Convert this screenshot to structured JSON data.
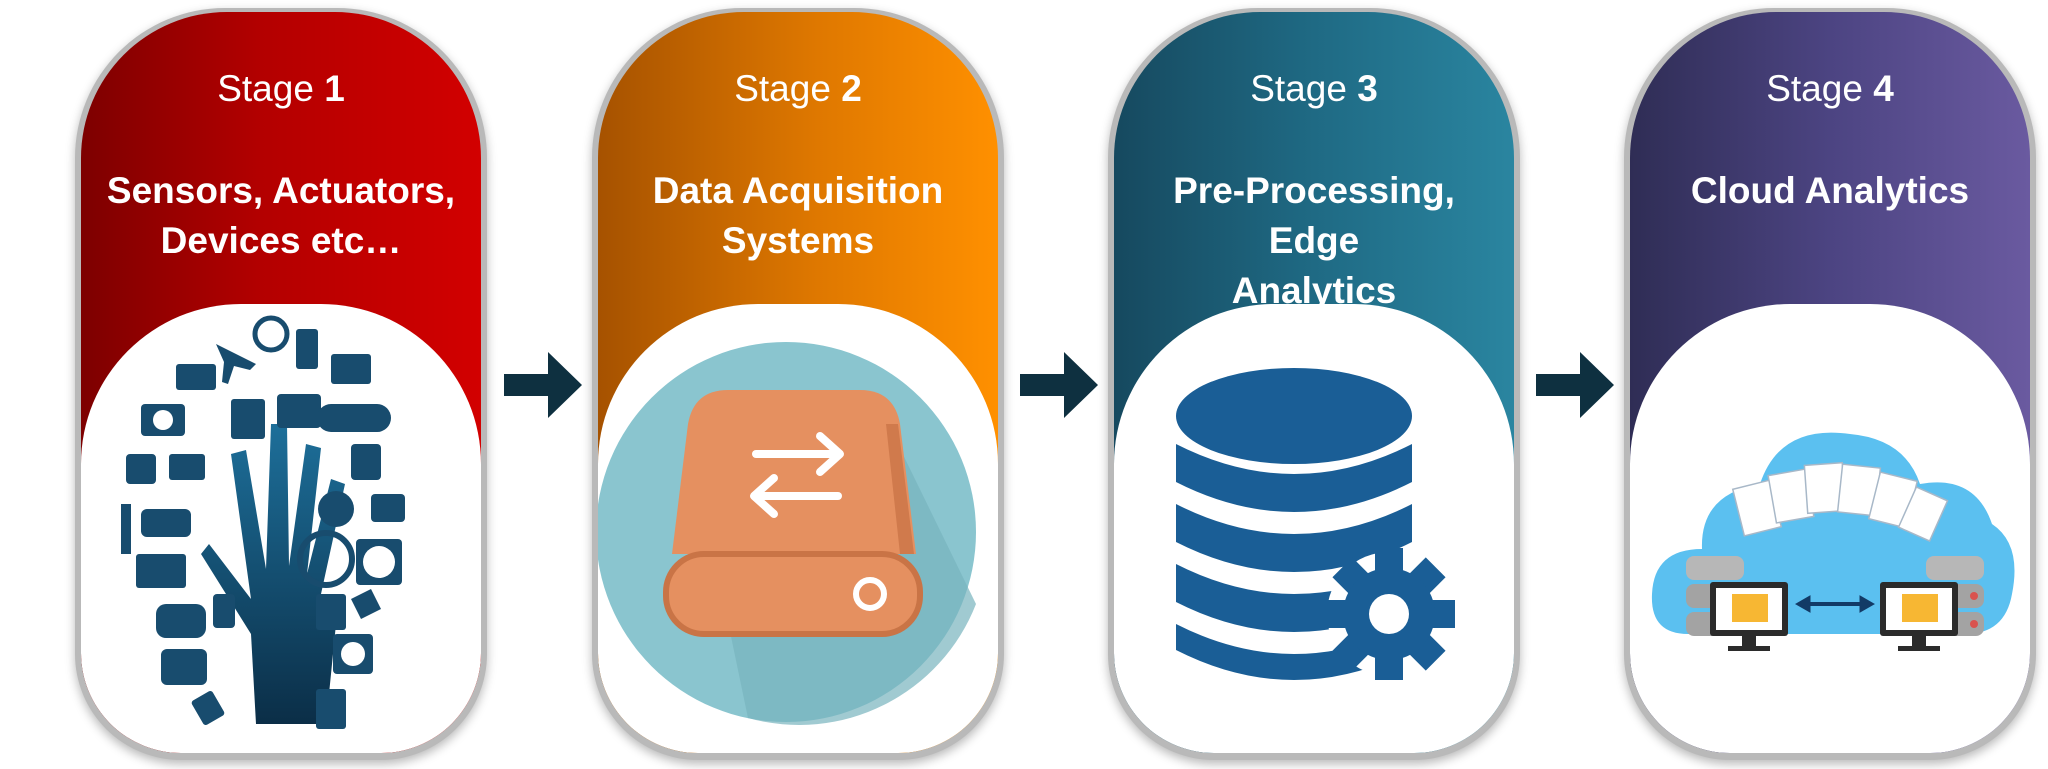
{
  "stages": [
    {
      "prefix": "Stage",
      "number": "1",
      "title_line1": "Sensors, Actuators,",
      "title_line2": "Devices etc…",
      "icon": "smart-devices-hand-icon"
    },
    {
      "prefix": "Stage",
      "number": "2",
      "title_line1": "Data Acquisition",
      "title_line2": "Systems",
      "icon": "data-transfer-drive-icon"
    },
    {
      "prefix": "Stage",
      "number": "3",
      "title_line1": "Pre-Processing, Edge",
      "title_line2": "Analytics",
      "icon": "database-gear-icon"
    },
    {
      "prefix": "Stage",
      "number": "4",
      "title_line1": "Cloud Analytics",
      "title_line2": "",
      "icon": "cloud-computers-icon"
    }
  ],
  "colors": {
    "stage1": "#c00000",
    "stage2": "#f08300",
    "stage3": "#21718e",
    "stage4": "#574a8c",
    "arrow": "#0e3040"
  }
}
